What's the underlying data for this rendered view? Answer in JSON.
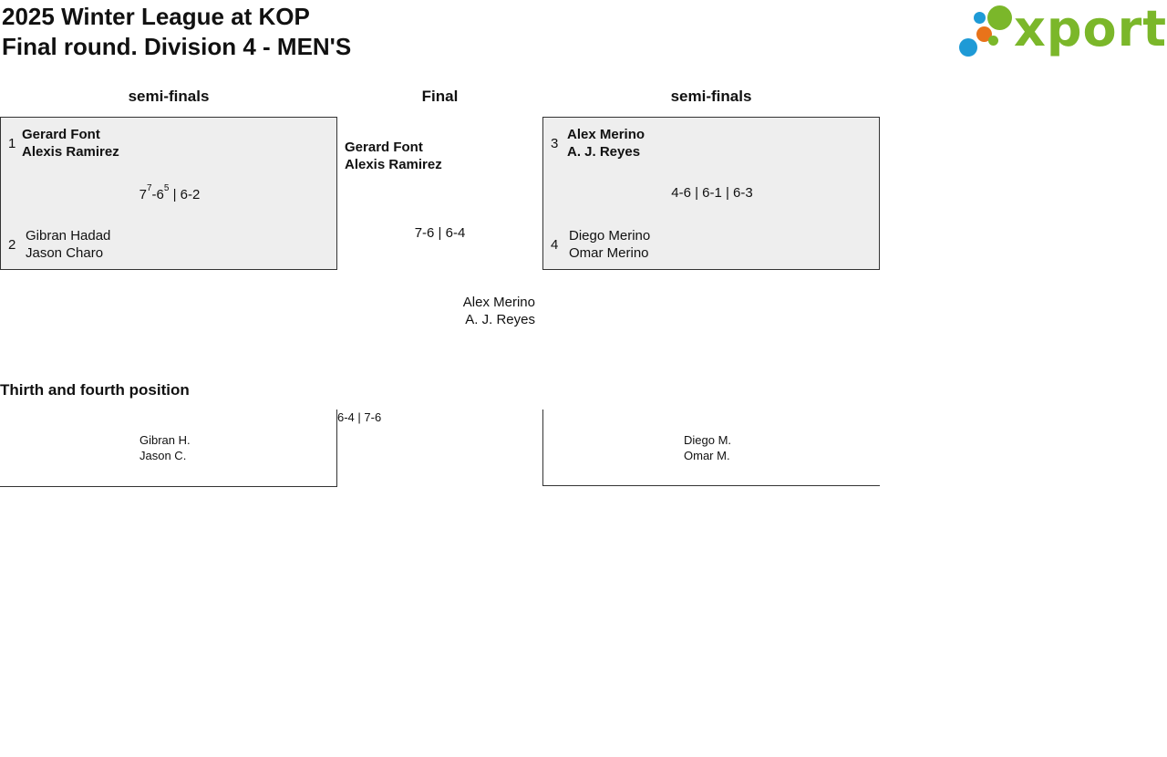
{
  "header": {
    "line1": "2025 Winter League at KOP",
    "line2": "Final round. Division 4 - MEN'S"
  },
  "logo": {
    "text": "xporty",
    "colors": {
      "green": "#7bb72a",
      "orange": "#e8731a",
      "blue": "#1e9ad6"
    }
  },
  "columns": {
    "left": "semi-finals",
    "center": "Final",
    "right": "semi-finals"
  },
  "semi_left": {
    "team1": {
      "seed": "1",
      "p1": "Gerard Font",
      "p2": "Alexis Ramirez"
    },
    "score": {
      "s1a": "7",
      "s1a_tb": "7",
      "s1b": "6",
      "s1b_tb": "5",
      "rest": " | 6-2"
    },
    "team2": {
      "seed": "2",
      "p1": "Gibran Hadad",
      "p2": "Jason Charo"
    }
  },
  "semi_right": {
    "team1": {
      "seed": "3",
      "p1": "Alex Merino",
      "p2": "A. J. Reyes"
    },
    "score": "4-6 | 6-1 | 6-3",
    "team2": {
      "seed": "4",
      "p1": "Diego Merino",
      "p2": "Omar Merino"
    }
  },
  "final": {
    "team1": {
      "p1": "Gerard Font",
      "p2": "Alexis Ramirez"
    },
    "score": "7-6 | 6-4",
    "team2": {
      "p1": "Alex Merino",
      "p2": "A. J. Reyes"
    }
  },
  "third_place": {
    "title": "Thirth and fourth position",
    "score": "6-4 | 7-6",
    "left": {
      "p1": "Gibran H.",
      "p2": "Jason C."
    },
    "right": {
      "p1": "Diego M.",
      "p2": "Omar M."
    }
  }
}
